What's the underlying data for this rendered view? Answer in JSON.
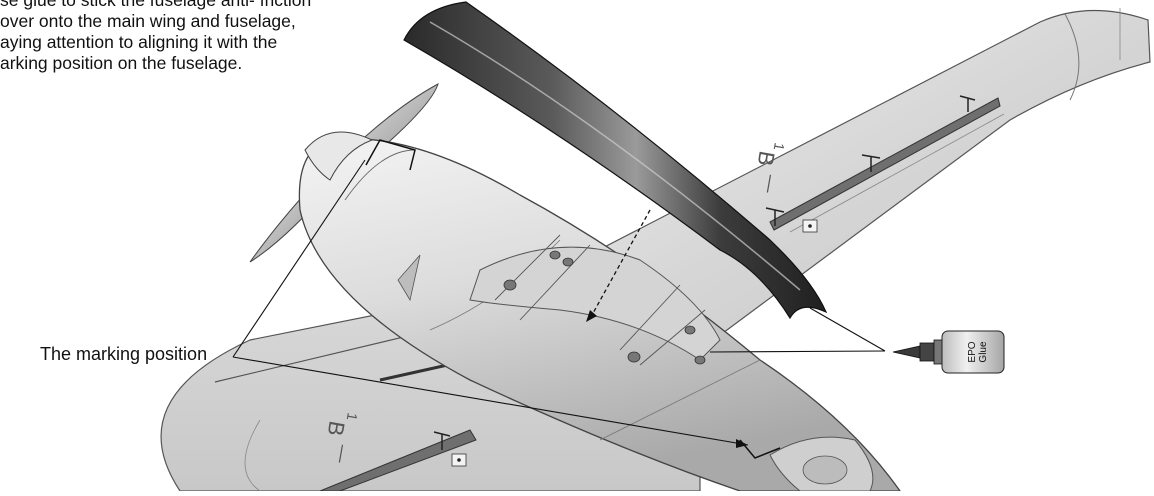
{
  "instructions": {
    "lines": [
      "se glue to stick the fuselage anti- friction",
      "over onto the main wing and fuselage,",
      "aying attention to aligning it with the",
      "arking position on the fuselage."
    ]
  },
  "labels": {
    "marking_position": "The marking position"
  },
  "glue_bottle": {
    "label_top": "EPO",
    "label_bottom": "Glue"
  }
}
